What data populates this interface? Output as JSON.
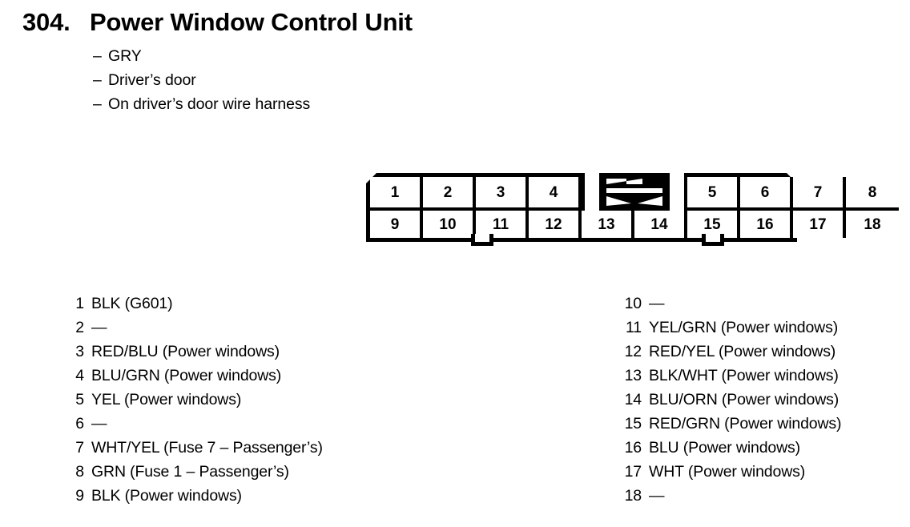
{
  "header": {
    "section_number": "304.",
    "title": "Power Window Control Unit",
    "bullets": [
      {
        "dash": "–",
        "text": "GRY"
      },
      {
        "dash": "–",
        "text": "Driver’s door"
      },
      {
        "dash": "–",
        "text": "On driver’s door wire harness"
      }
    ]
  },
  "connector": {
    "name": "18-pin connector",
    "keyway_icon": "keyway-x-symbol",
    "top_row": [
      "1",
      "2",
      "3",
      "4",
      "",
      "",
      "5",
      "6",
      "7",
      "8"
    ],
    "bottom_row": [
      "9",
      "10",
      "11",
      "12",
      "13",
      "14",
      "15",
      "16",
      "17",
      "18"
    ],
    "keyway_after_cell": "4",
    "tab_count": 2
  },
  "pins": {
    "left": [
      {
        "num": "1",
        "desc": "BLK (G601)"
      },
      {
        "num": "2",
        "desc": "—"
      },
      {
        "num": "3",
        "desc": "RED/BLU (Power windows)"
      },
      {
        "num": "4",
        "desc": "BLU/GRN (Power windows)"
      },
      {
        "num": "5",
        "desc": "YEL (Power windows)"
      },
      {
        "num": "6",
        "desc": "—"
      },
      {
        "num": "7",
        "desc": "WHT/YEL (Fuse 7 – Passenger’s)"
      },
      {
        "num": "8",
        "desc": "GRN (Fuse 1 – Passenger’s)"
      },
      {
        "num": "9",
        "desc": "BLK (Power windows)"
      }
    ],
    "right": [
      {
        "num": "10",
        "desc": "—"
      },
      {
        "num": "11",
        "desc": "YEL/GRN (Power windows)"
      },
      {
        "num": "12",
        "desc": "RED/YEL (Power windows)"
      },
      {
        "num": "13",
        "desc": "BLK/WHT (Power windows)"
      },
      {
        "num": "14",
        "desc": "BLU/ORN (Power windows)"
      },
      {
        "num": "15",
        "desc": "RED/GRN (Power windows)"
      },
      {
        "num": "16",
        "desc": "BLU (Power windows)"
      },
      {
        "num": "17",
        "desc": "WHT (Power windows)"
      },
      {
        "num": "18",
        "desc": "—"
      }
    ]
  },
  "colors": {
    "ink": "#000000",
    "paper": "#ffffff"
  }
}
